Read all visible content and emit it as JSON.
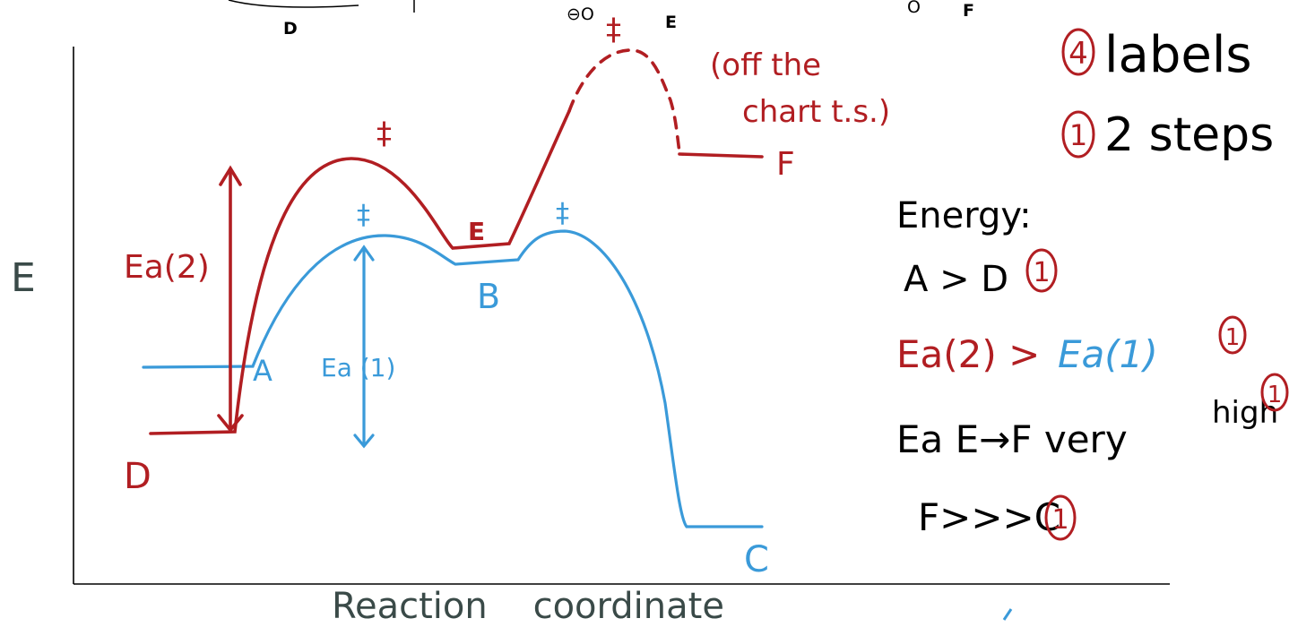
{
  "header_fragments": {
    "label_d": "D",
    "label_e": "E",
    "label_f": "F",
    "charge_symbol": "⊖O",
    "oxygen_symbol": "O"
  },
  "axes": {
    "y_label": "E",
    "x_label": "Reaction    coordinate"
  },
  "red_path": {
    "color": "#b11e22",
    "species_labels": {
      "d": "D",
      "e": "E",
      "f": "F"
    },
    "ts_marks": [
      "‡",
      "‡"
    ],
    "activation_label": "Ea(2)",
    "note_line1": "(off the",
    "note_line2": "chart t.s.)"
  },
  "blue_path": {
    "color": "#3a9ad9",
    "species_labels": {
      "a": "A",
      "b": "B",
      "c": "C"
    },
    "ts_marks": [
      "‡",
      "‡"
    ],
    "activation_label": "Ea (1)"
  },
  "notes": {
    "labels_count": "4",
    "labels_text": "labels",
    "steps_count": "1",
    "steps_text": "2 steps",
    "energy_heading": "Energy:",
    "rule1": "A > D",
    "rule1_points": "1",
    "rule2_red": "Ea(2) >",
    "rule2_blue": "Ea(1)",
    "rule2_points": "1",
    "rule3": "Ea E→F very",
    "rule3_tail": "high",
    "rule3_points": "1",
    "rule4": "F>>>C",
    "rule4_points": "1"
  }
}
